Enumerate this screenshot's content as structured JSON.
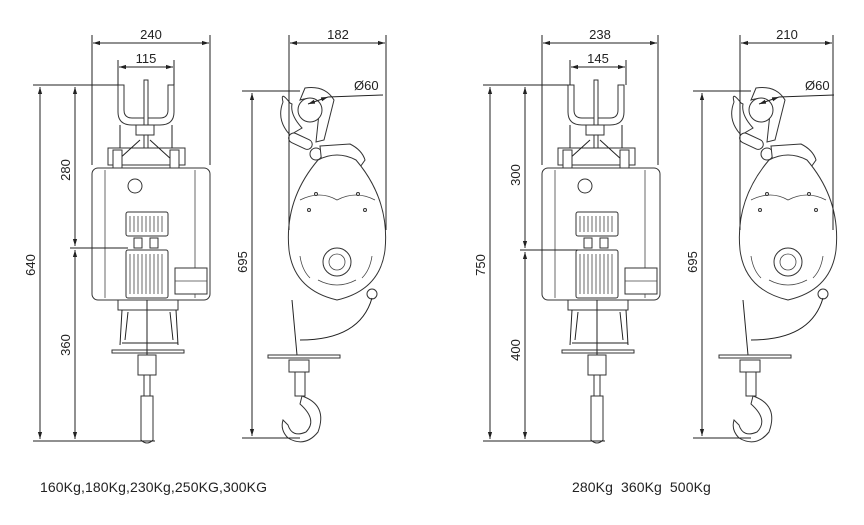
{
  "models": [
    {
      "caption": "160Kg,180Kg,230Kg,250KG,300KG",
      "front": {
        "width": "240",
        "hanger_width": "115",
        "total_height": "640",
        "upper_height": "280",
        "lower_height": "360"
      },
      "side": {
        "depth": "182",
        "hook_diameter": "Ø60",
        "height": "695"
      }
    },
    {
      "caption": "280Kg  360Kg  500Kg",
      "front": {
        "width": "238",
        "hanger_width": "145",
        "total_height": "750",
        "upper_height": "300",
        "lower_height": "400"
      },
      "side": {
        "depth": "210",
        "hook_diameter": "Ø60",
        "height": "695"
      }
    }
  ]
}
